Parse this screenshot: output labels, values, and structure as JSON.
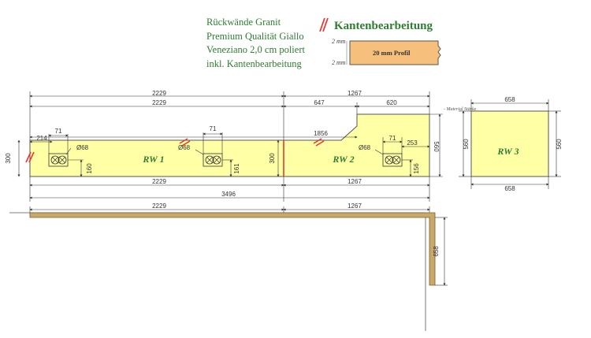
{
  "info": {
    "line1": "Rückwände Granit",
    "line2": "Premium Qualität Giallo",
    "line3": "Veneziano 2,0 cm poliert",
    "line4": "inkl. Kantenbearbeitung"
  },
  "kantenbearbeitung": {
    "title": "Kantenbearbeitung",
    "profile_label": "20 mm Profil",
    "thickness_top": "2 mm",
    "thickness_bottom": "2 mm"
  },
  "material_note": "- Material Stärke",
  "panels": {
    "rw1": "RW 1",
    "rw2": "RW 2",
    "rw3": "RW 3"
  },
  "dims": {
    "top1_left": "2229",
    "top1_right": "1267",
    "top2_left": "2229",
    "top2_mid": "647",
    "top2_right": "620",
    "rw2_inner": "1856",
    "rw2_height": "560",
    "rw1_height": "300",
    "joint_height": "300",
    "socket1_x": "214",
    "socket1_w": "71",
    "socket1_d": "Ø68",
    "socket1_h": "160",
    "socket2_w": "71",
    "socket2_d": "Ø68",
    "socket2_h": "161",
    "socket3_w": "71",
    "socket3_d": "Ø68",
    "socket3_x": "253",
    "socket3_h": "156",
    "bottom_left": "2229",
    "bottom_right": "1267",
    "total": "3496",
    "plan_left": "2229",
    "plan_right": "1267",
    "plan_side": "658",
    "rw3_top": "658",
    "rw3_bottom": "658",
    "rw3_left": "560",
    "rw3_right": "560"
  },
  "colors": {
    "panel_fill": "#ffffa6",
    "panel_stroke": "#555555",
    "edge_red": "#e53935",
    "text_green": "#2e7d32",
    "plan_fill": "#c9a96a",
    "profile_fill": "#f6c07c"
  }
}
